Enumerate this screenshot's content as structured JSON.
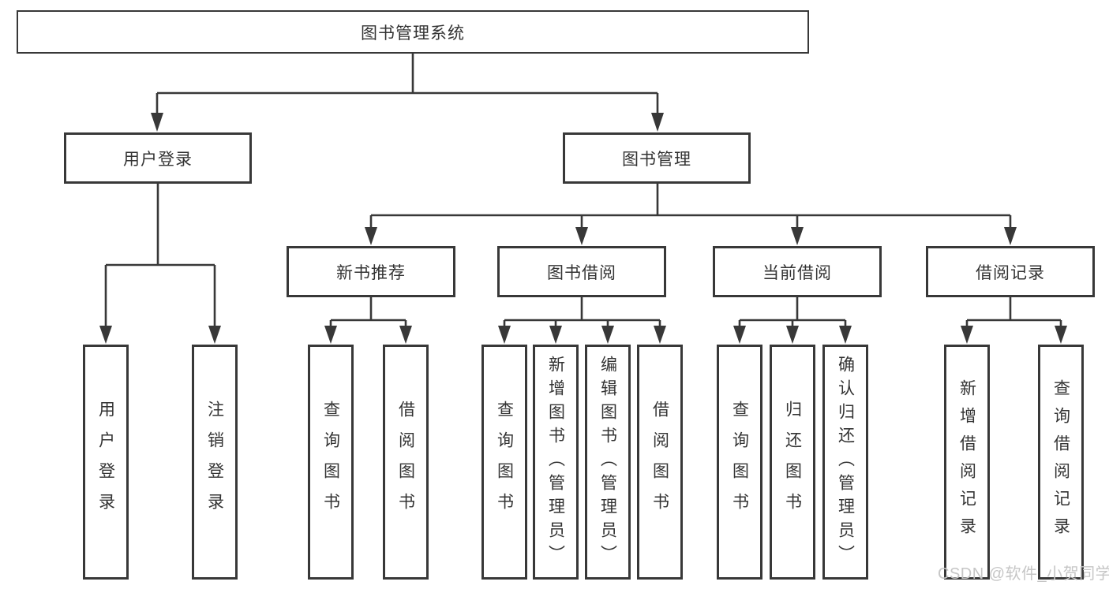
{
  "diagram": {
    "colors": {
      "line": "#383838",
      "border": "#383838",
      "text": "#333333",
      "background": "#ffffff",
      "watermark": "#c6c6c6"
    },
    "watermark": {
      "text": "CSDN @软件_小贺同学"
    },
    "nodes": {
      "root": {
        "label": "图书管理系统"
      },
      "level2": [
        {
          "label": "用户登录",
          "parent": "图书管理系统"
        },
        {
          "label": "图书管理",
          "parent": "图书管理系统"
        }
      ],
      "level3": [
        {
          "label": "新书推荐",
          "parent": "图书管理"
        },
        {
          "label": "图书借阅",
          "parent": "图书管理"
        },
        {
          "label": "当前借阅",
          "parent": "图书管理"
        },
        {
          "label": "借阅记录",
          "parent": "图书管理"
        }
      ],
      "level4": [
        {
          "label": "用户登录",
          "parent": "用户登录"
        },
        {
          "label": "注销登录",
          "parent": "用户登录"
        },
        {
          "label": "查询图书",
          "parent": "新书推荐"
        },
        {
          "label": "借阅图书",
          "parent": "新书推荐"
        },
        {
          "label": "查询图书",
          "parent": "图书借阅"
        },
        {
          "label": "新增图书（管理员）",
          "parent": "图书借阅"
        },
        {
          "label": "编辑图书（管理员）",
          "parent": "图书借阅"
        },
        {
          "label": "借阅图书",
          "parent": "图书借阅"
        },
        {
          "label": "查询图书",
          "parent": "当前借阅"
        },
        {
          "label": "归还图书",
          "parent": "当前借阅"
        },
        {
          "label": "确认归还（管理员）",
          "parent": "当前借阅"
        },
        {
          "label": "新增借阅记录",
          "parent": "借阅记录"
        },
        {
          "label": "查询借阅记录",
          "parent": "借阅记录"
        }
      ]
    }
  }
}
